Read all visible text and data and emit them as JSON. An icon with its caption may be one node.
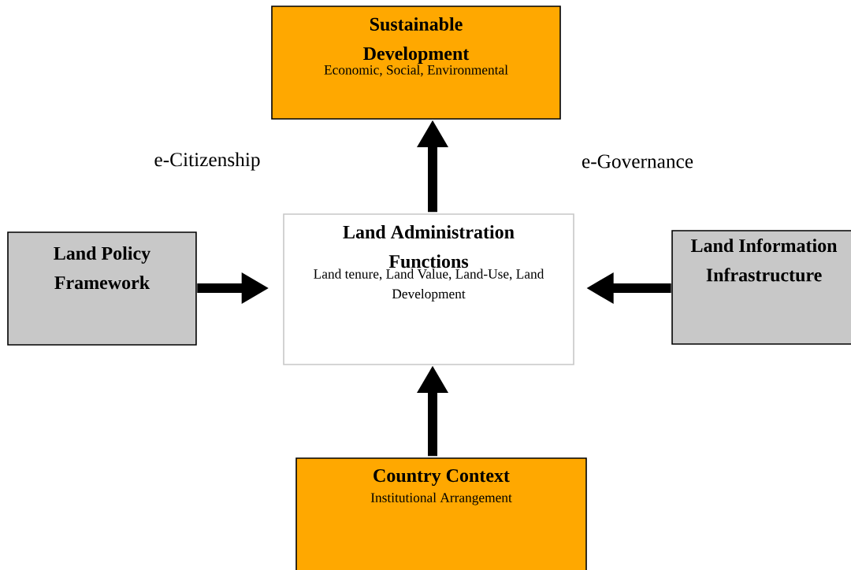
{
  "diagram": {
    "nodes": [
      {
        "text": [
          "Sustainable Development",
          "Economic, Social, Environmental"
        ]
      },
      {
        "text": [
          "Land Policy Framework"
        ]
      },
      {
        "text": [
          "Land Administration Functions",
          "Land tenure, Land Value, Land-Use, Land Development"
        ]
      },
      {
        "text": [
          "Land Information Infrastructure"
        ]
      },
      {
        "text": [
          "Country Context",
          "Institutional Arrangement"
        ]
      }
    ],
    "edges": [
      {
        "from": 2,
        "to": 0,
        "arrow": "to"
      },
      {
        "from": 1,
        "to": 2,
        "arrow": "to"
      },
      {
        "from": 3,
        "to": 2,
        "arrow": "to"
      },
      {
        "from": 4,
        "to": 2,
        "arrow": "to"
      }
    ],
    "labels": [
      "e-Citizenship",
      "e-Governance"
    ]
  }
}
